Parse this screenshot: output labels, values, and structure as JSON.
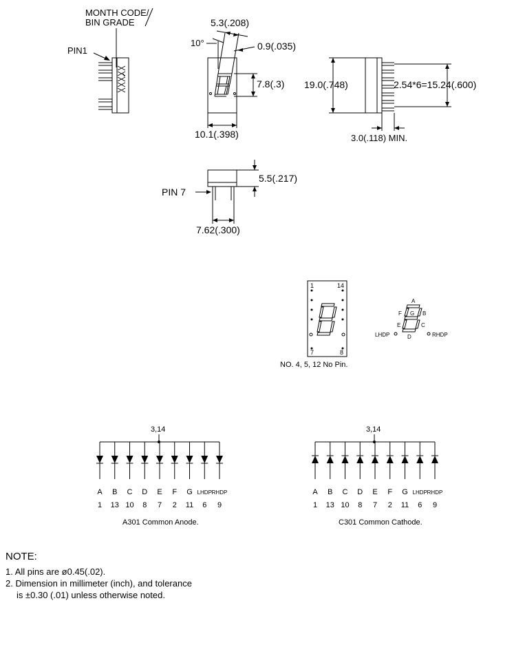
{
  "side_view": {
    "month_code_label_1": "MONTH CODE/",
    "month_code_label_2": "BIN GRADE",
    "pin1_label": "PIN1"
  },
  "front_view": {
    "slant_angle": "10°",
    "digit_width": "5.3(.208)",
    "segment_width": "0.9(.035)",
    "digit_height": "7.8(.3)",
    "body_width": "10.1(.398)"
  },
  "right_view": {
    "body_height": "19.0(.748)",
    "pin_pitch": "2.54*6=15.24(.600)",
    "pin_length": "3.0(.118)  MIN."
  },
  "bottom_view": {
    "pin7_label": "PIN  7",
    "body_depth": "5.5(.217)",
    "row_spacing": "7.62(.300)"
  },
  "pinout": {
    "pin_1": "1",
    "pin_14": "14",
    "pin_7": "7",
    "pin_8": "8",
    "note": "NO. 4, 5, 12 No Pin.",
    "segments": {
      "a": "A",
      "b": "B",
      "c": "C",
      "d": "D",
      "e": "E",
      "f": "F",
      "g": "G"
    },
    "lhdp": "LHDP",
    "rhdp": "RHDP"
  },
  "circuits": {
    "anode": {
      "common_pin": "3,14",
      "segment_labels": [
        "A",
        "B",
        "C",
        "D",
        "E",
        "F",
        "G",
        "LHDP",
        "RHDP"
      ],
      "pin_numbers": [
        "1",
        "13",
        "10",
        "8",
        "7",
        "2",
        "11",
        "6",
        "9"
      ],
      "caption": "A301  Common  Anode."
    },
    "cathode": {
      "common_pin": "3,14",
      "segment_labels": [
        "A",
        "B",
        "C",
        "D",
        "E",
        "F",
        "G",
        "LHDP",
        "RHDP"
      ],
      "pin_numbers": [
        "1",
        "13",
        "10",
        "8",
        "7",
        "2",
        "11",
        "6",
        "9"
      ],
      "caption": "C301  Common  Cathode."
    }
  },
  "notes": {
    "heading": "NOTE:",
    "line_1": "1.  All  pins  are  ø0.45(.02).",
    "line_2": "2.  Dimension  in  millimeter  (inch),  and  tolerance",
    "line_3": "is  ±0.30  (.01)  unless  otherwise  noted."
  }
}
